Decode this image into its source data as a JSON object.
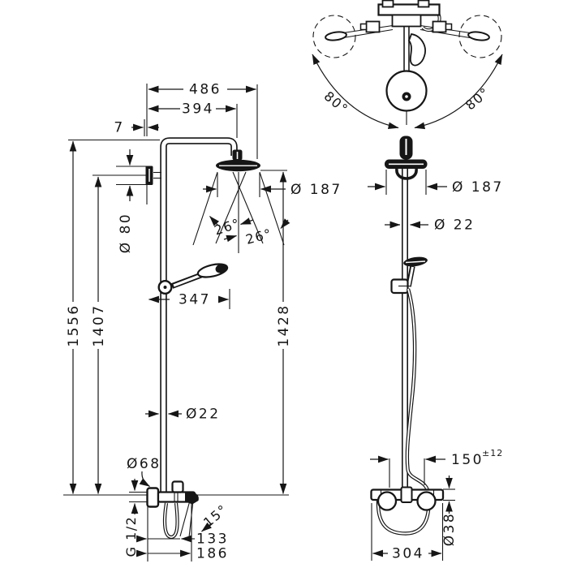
{
  "figure": {
    "kind": "technical dimensional drawing",
    "views": [
      "side view with bath mixer",
      "front view with top swivel detail"
    ],
    "line_color": "#161616",
    "background": "#ffffff"
  },
  "labels_left": {
    "top_width": "486",
    "arm_reach": "394",
    "wall_offset": "7",
    "bracket_dia": "Ø 80",
    "total_height": "1556",
    "bracket_height": "1407",
    "head_dia": "Ø 187",
    "spray_angle_a": "26°",
    "spray_angle_b": "26°",
    "hand_shower_reach": "347",
    "head_height": "1428",
    "pipe_dia": "Ø22",
    "escutcheon_dia": "Ø68",
    "thread": "G 1/2",
    "spout_angle": "15°",
    "spout_reach": "133",
    "stream_reach": "186"
  },
  "labels_right": {
    "swivel_left": "80°",
    "swivel_right": "80°",
    "head_dia": "Ø 187",
    "pipe_dia": "Ø 22",
    "hose_clearance": "150",
    "hose_clearance_tol": "±12",
    "valve_dia": "Ø38",
    "valve_width": "304"
  }
}
